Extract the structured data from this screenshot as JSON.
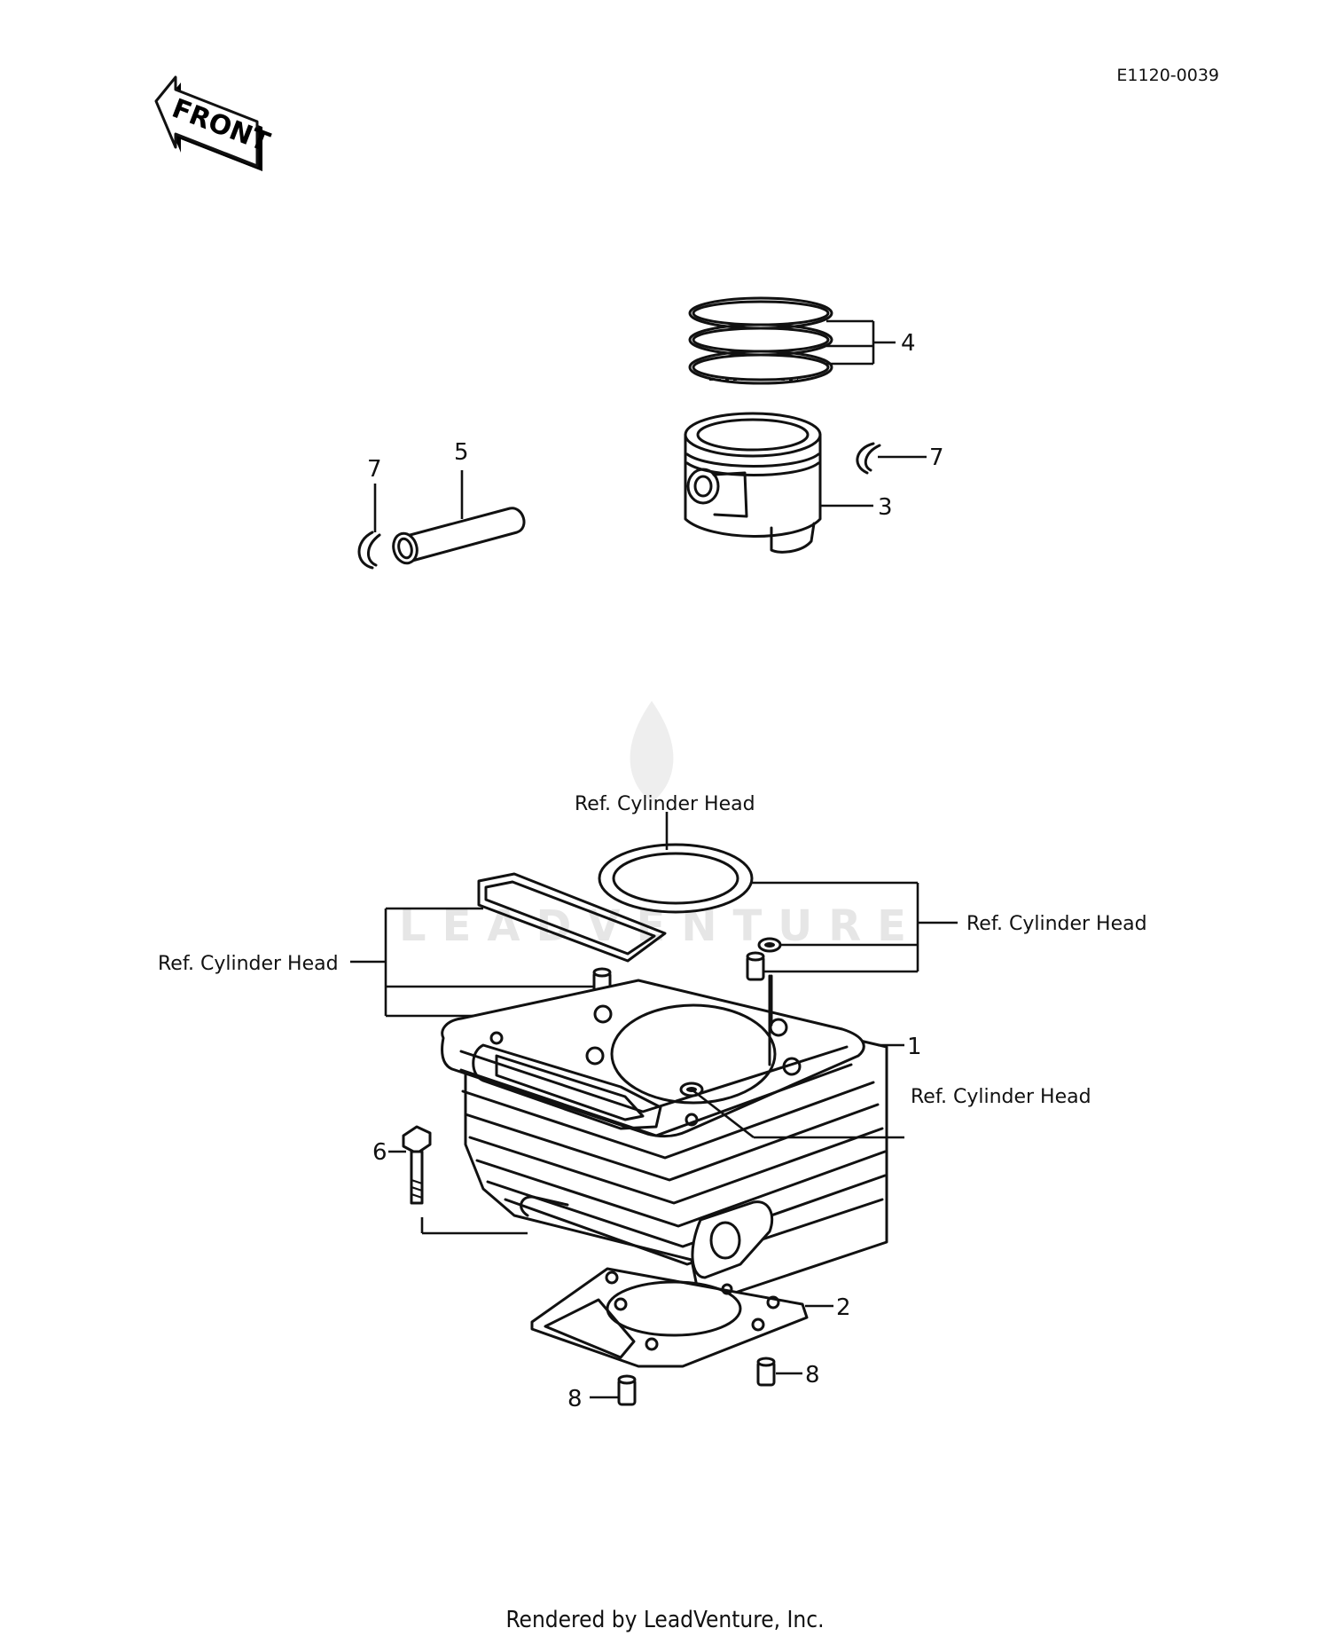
{
  "diagram_code": "E1120-0039",
  "front_label": "FRONT",
  "watermark": "LEADVENTURE",
  "footer": "Rendered by LeadVenture, Inc.",
  "callouts": {
    "c1": "1",
    "c2": "2",
    "c3": "3",
    "c4": "4",
    "c5": "5",
    "c6": "6",
    "c7a": "7",
    "c7b": "7",
    "c8a": "8",
    "c8b": "8"
  },
  "references": {
    "top": "Ref. Cylinder Head",
    "left": "Ref. Cylinder Head",
    "right_upper": "Ref. Cylinder Head",
    "right_lower": "Ref. Cylinder Head"
  }
}
